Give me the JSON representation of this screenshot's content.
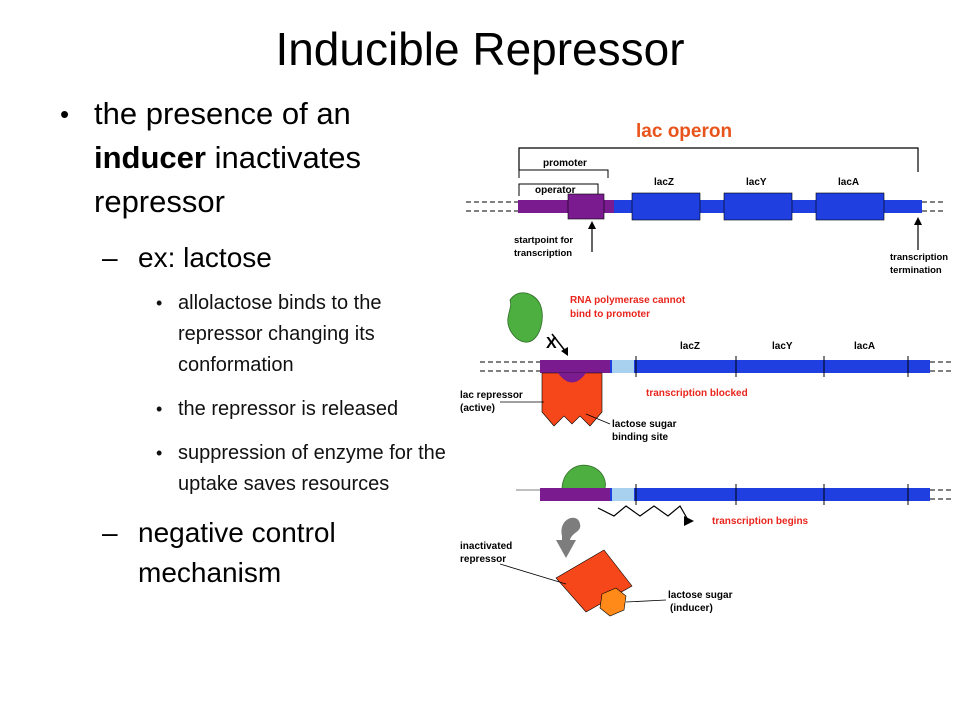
{
  "slide": {
    "title": "Inducible Repressor",
    "bullet1_pre": "the presence of an ",
    "bullet1_bold": "inducer",
    "bullet1_post": " inactivates repressor",
    "sub1": "ex: lactose",
    "sub1_items": [
      "allolactose binds to the repressor changing its conformation",
      "the repressor is released",
      "suppression of enzyme for the uptake saves resources"
    ],
    "sub2": "negative control mechanism"
  },
  "diagram": {
    "heading": "lac operon",
    "promoter": "promoter",
    "operator": "operator",
    "genes": [
      "lacZ",
      "lacY",
      "lacA"
    ],
    "startpoint_1": "startpoint for",
    "startpoint_2": "transcription",
    "termination_1": "transcription",
    "termination_2": "termination",
    "rnap_1": "RNA polymerase cannot",
    "rnap_2": "bind to promoter",
    "x_mark": "X",
    "blocked": "transcription blocked",
    "repressor_1": "lac repressor",
    "repressor_2": "(active)",
    "binding_1": "lactose sugar",
    "binding_2": "binding site",
    "begins": "transcription begins",
    "inactivated_1": "inactivated",
    "inactivated_2": "repressor",
    "inducer_1": "lactose sugar",
    "inducer_2": "(inducer)"
  },
  "colors": {
    "dna": "#1f3fe0",
    "operator": "#7a1b8f",
    "promoter_small": "#a8d0ef",
    "repressor": "#f5471a",
    "polymerase": "#4caf3f",
    "red_text": "#e8251c",
    "heading": "#e8541c"
  }
}
